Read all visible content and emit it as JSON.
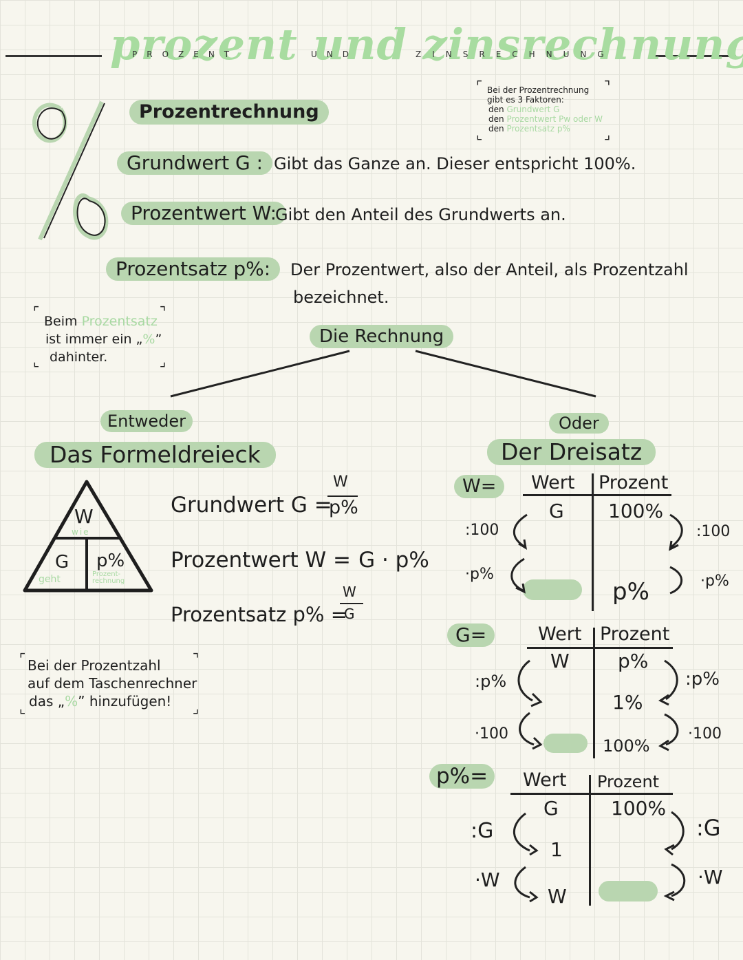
{
  "header": {
    "title": "prozent und zinsrechnung",
    "subtitle_left": "PROZENT",
    "subtitle_mid": "UND",
    "subtitle_right": "ZINSRECHNUNG",
    "percent_symbol": "%"
  },
  "section": {
    "heading": "Prozentrechnung",
    "factors_note": {
      "line1": "Bei der Prozentrechnung",
      "line2": "gibt es 3 Faktoren:",
      "item1_prefix": "den",
      "item1_value": "Grundwert G",
      "item2_prefix": "den",
      "item2_value": "Prozentwert Pw oder W",
      "item3_prefix": "den",
      "item3_value": "Prozentsatz p%"
    }
  },
  "definitions": [
    {
      "term": "Grundwert G :",
      "text": "Gibt das Ganze an. Dieser entspricht 100%."
    },
    {
      "term": "Prozentwert W:",
      "text": "Gibt den Anteil des Grundwerts an."
    },
    {
      "term": "Prozentsatz p%:",
      "text": "Der Prozentwert, also der Anteil, als Prozentzahl",
      "text2": "bezeichnet."
    }
  ],
  "note_percent": {
    "l1a": "Beim",
    "l1b": "Prozentsatz",
    "l2a": "ist immer ein „",
    "l2b": "%",
    "l2c": "”",
    "l3": "dahinter."
  },
  "calc_heading": "Die Rechnung",
  "left": {
    "either": "Entweder",
    "heading": "Das Formeldreieck",
    "triangle": {
      "top": "W",
      "top_sub": "wie",
      "bl": "G",
      "bl_sub": "geht",
      "br": "p%",
      "br_sub": "Prozent-rechnung"
    },
    "formulas": [
      {
        "label": "Grundwert G =",
        "num": "W",
        "den": "p%"
      },
      {
        "label": "Prozentwert W =",
        "expr": "G · p%"
      },
      {
        "label": "Prozentsatz p% =",
        "num": "W",
        "den": "G"
      }
    ],
    "note": {
      "l1": "Bei der Prozentzahl",
      "l2": "auf dem Taschenrechner",
      "l3a": "das „",
      "l3b": "%",
      "l3c": "” hinzufügen!"
    }
  },
  "right": {
    "or": "Oder",
    "heading": "Der Dreisatz",
    "tables": [
      {
        "label": "W=",
        "col1": "Wert",
        "col2": "Prozent",
        "r1c1": "G",
        "r1c2": "100%",
        "r2c1": "",
        "r2c2": "p%",
        "op_l1": ":100",
        "op_l2": "·p%",
        "op_r1": ":100",
        "op_r2": "·p%"
      },
      {
        "label": "G=",
        "col1": "Wert",
        "col2": "Prozent",
        "r1c1": "W",
        "r1c2": "p%",
        "r2c2": "1%",
        "r3c2": "100%",
        "op_l1": ":p%",
        "op_l2": "·100",
        "op_r1": ":p%",
        "op_r2": "·100"
      },
      {
        "label": "p%=",
        "col1": "Wert",
        "col2": "Prozent",
        "r1c1": "G",
        "r1c2": "100%",
        "r2c1": "1",
        "r3c1": "W",
        "op_l1": ":G",
        "op_l2": "·W",
        "op_r1": ":G",
        "op_r2": "·W"
      }
    ]
  }
}
